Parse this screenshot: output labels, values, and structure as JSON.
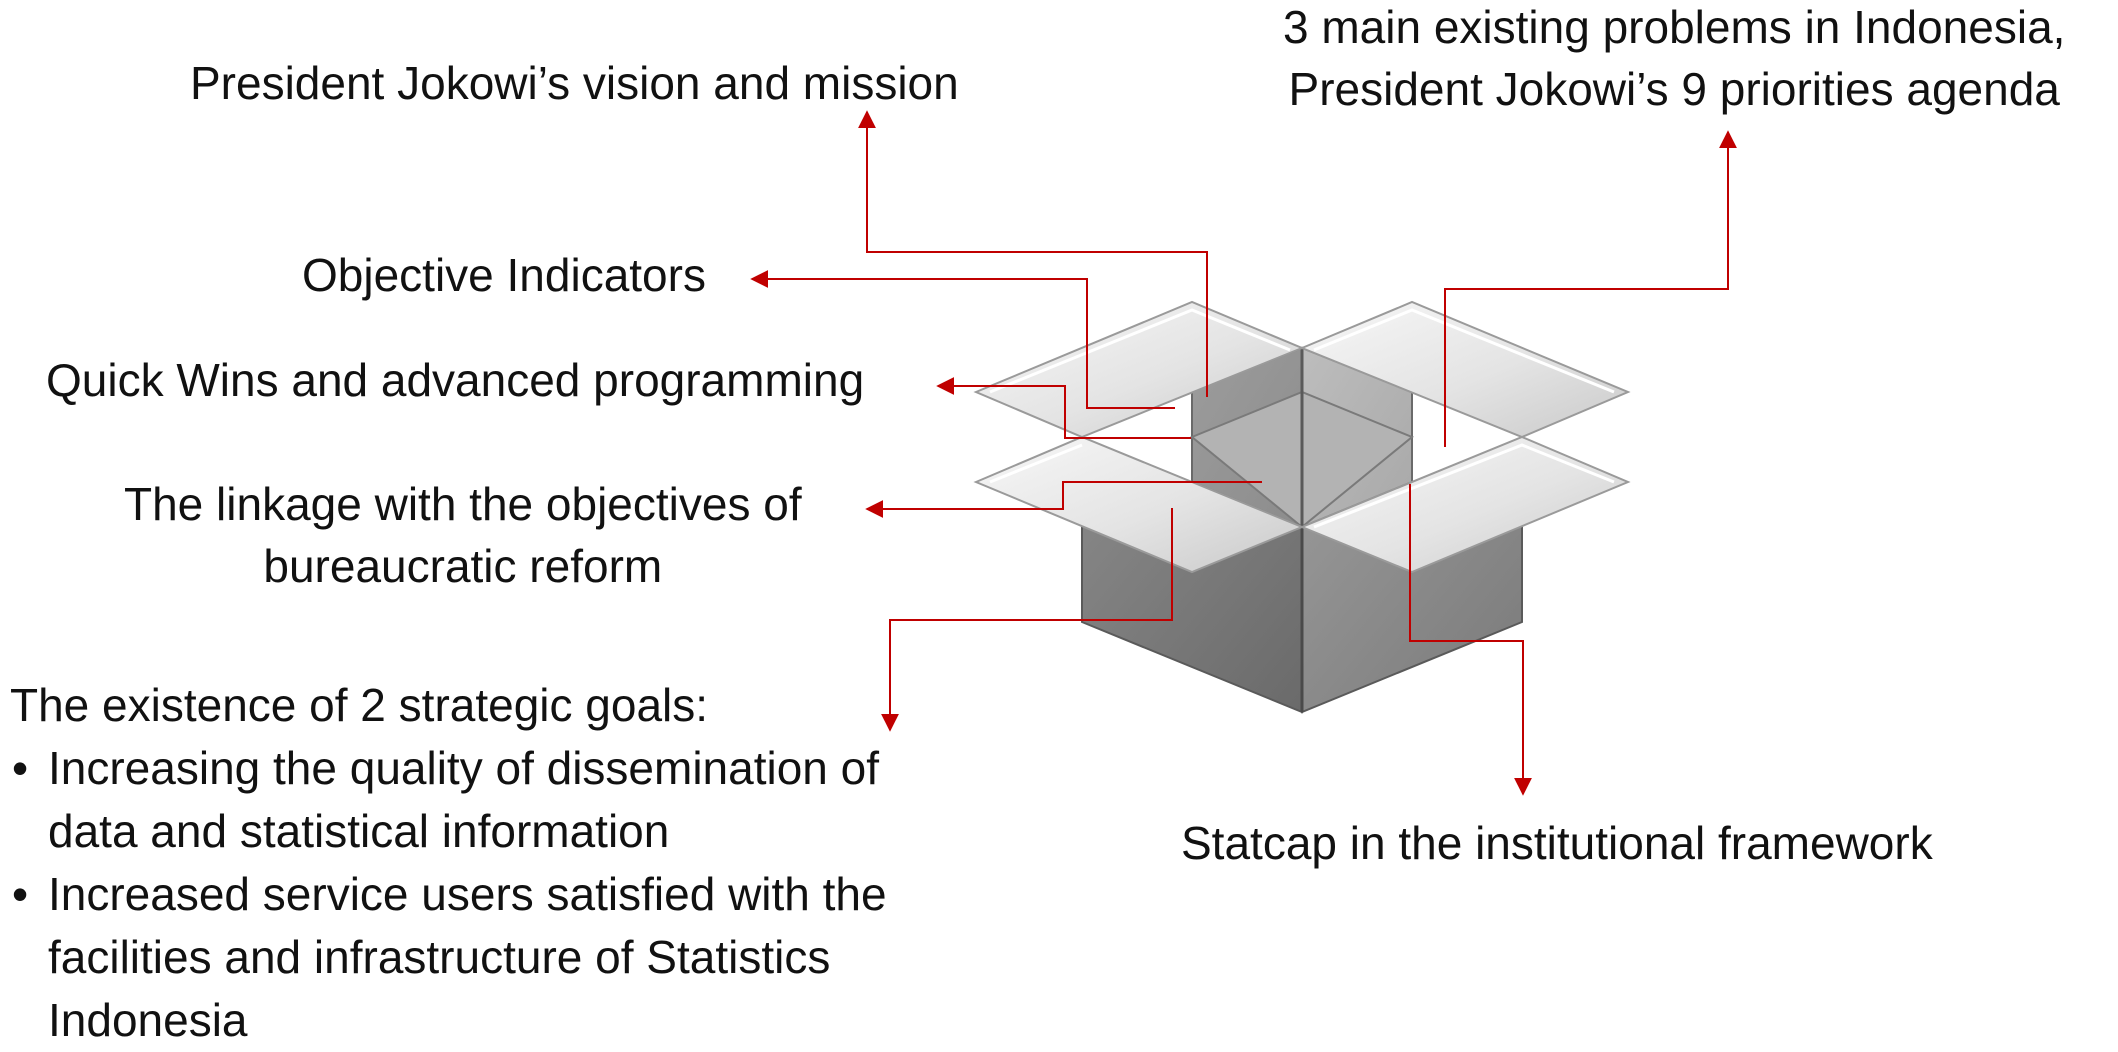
{
  "labels": {
    "vision": "President Jokowi’s vision and mission",
    "problems_line1": "3 main existing problems in Indonesia,",
    "problems_line2": "President Jokowi’s 9 priorities agenda",
    "objective": "Objective Indicators",
    "quickwins": "Quick Wins and advanced programming",
    "linkage_line1": "The linkage with the objectives of",
    "linkage_line2": "bureaucratic reform",
    "statcap": "Statcap in the institutional framework"
  },
  "goals": {
    "heading": "The existence of 2 strategic goals:",
    "items": [
      {
        "bullet": "•",
        "line1": "Increasing the quality of dissemination of",
        "line2": "data and statistical information"
      },
      {
        "bullet": "•",
        "line1": "Increased service users satisfied with the",
        "line2": "facilities and infrastructure of Statistics",
        "line3": "Indonesia"
      }
    ]
  },
  "colors": {
    "arrow": "#c00000",
    "text": "#111111"
  },
  "icons": {
    "box": "open-box-icon"
  }
}
